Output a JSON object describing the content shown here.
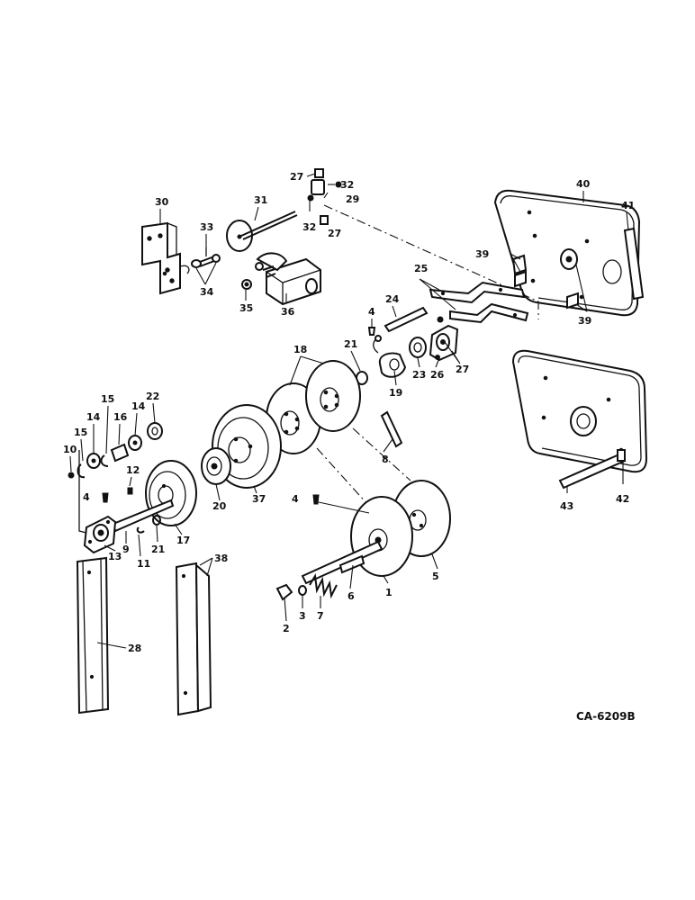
{
  "diagram": {
    "drawing_code": "CA-6209B",
    "callouts": [
      "1",
      "2",
      "3",
      "4",
      "5",
      "6",
      "7",
      "8",
      "9",
      "10",
      "11",
      "12",
      "13",
      "14",
      "15",
      "16",
      "17",
      "18",
      "19",
      "20",
      "21",
      "22",
      "23",
      "24",
      "25",
      "26",
      "27",
      "28",
      "29",
      "30",
      "31",
      "32",
      "33",
      "34",
      "35",
      "36",
      "37",
      "38",
      "39",
      "40",
      "41",
      "42",
      "43"
    ]
  }
}
